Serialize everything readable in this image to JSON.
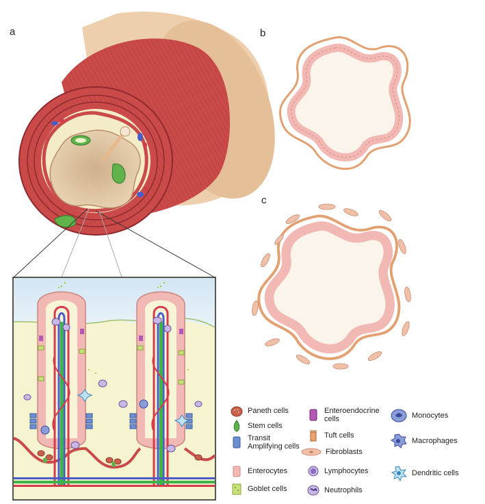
{
  "panels": {
    "a": "a",
    "b": "b",
    "c": "c"
  },
  "colors": {
    "muscle": "#c94a48",
    "muscle_dark": "#9e2f33",
    "outer_skin": "#eecfad",
    "lumen": "#e9d2b3",
    "mucosa_fill": "#f4efc4",
    "enterocyte": "#f2b8b3",
    "stem": "#5fb34a",
    "paneth": "#c9604a",
    "transit": "#6d8fd0",
    "goblet": "#c7e07a",
    "enteroendocrine": "#b458b5",
    "vessel_red": "#d63b4a",
    "vessel_blue": "#4a5cc8",
    "vessel_green": "#3fb34a",
    "fibroblast": "#f0c0a8",
    "sky": "#d7e8f4"
  },
  "legend": [
    {
      "key": "paneth",
      "label": "Paneth cells",
      "icon": "paneth-cell-icon"
    },
    {
      "key": "stem",
      "label": "Stem cells",
      "icon": "stem-cell-icon"
    },
    {
      "key": "transit",
      "label": "Transit Amplifying cells",
      "icon": "transit-cell-icon"
    },
    {
      "key": "enterocyte",
      "label": "Enterocytes",
      "icon": "enterocyte-icon"
    },
    {
      "key": "goblet",
      "label": "Goblet cells",
      "icon": "goblet-cell-icon"
    },
    {
      "key": "enteroendocrine",
      "label": "Enteroendocrine cells",
      "icon": "enteroendocrine-cell-icon"
    },
    {
      "key": "tuft",
      "label": "Tuft cells",
      "icon": "tuft-cell-icon"
    },
    {
      "key": "fibroblast",
      "label": "Fibroblasts",
      "icon": "fibroblast-icon"
    },
    {
      "key": "lymphocyte",
      "label": "Lymphocytes",
      "icon": "lymphocyte-icon"
    },
    {
      "key": "neutrophil",
      "label": "Neutrophils",
      "icon": "neutrophil-icon"
    },
    {
      "key": "monocyte",
      "label": "Monocytes",
      "icon": "monocyte-icon"
    },
    {
      "key": "macrophage",
      "label": "Macrophages",
      "icon": "macrophage-icon"
    },
    {
      "key": "dendritic",
      "label": "Dendritic cells",
      "icon": "dendritic-cell-icon"
    }
  ]
}
